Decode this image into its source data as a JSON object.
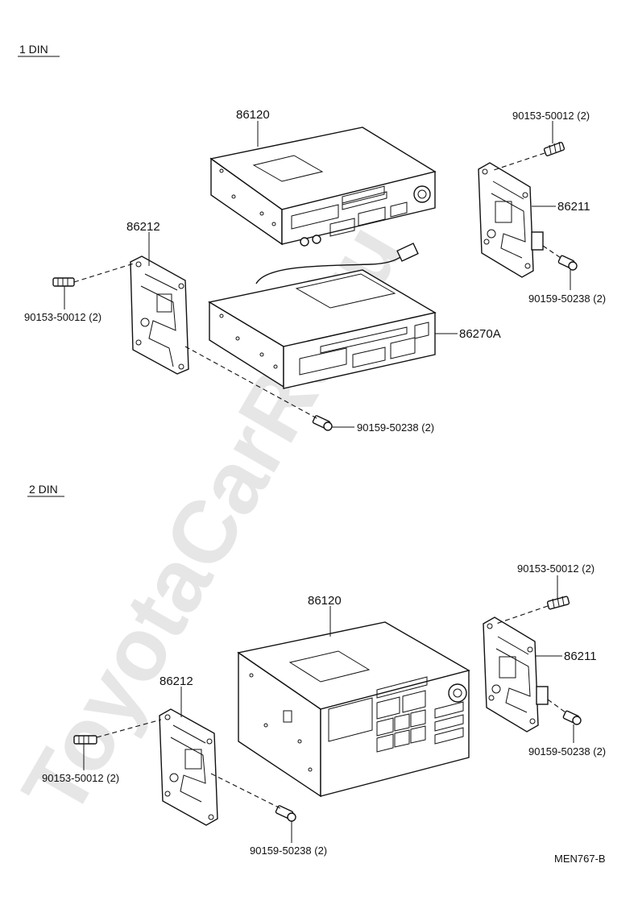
{
  "watermark": "ToyotaCarRu.ru",
  "sections": {
    "din1": {
      "title": "1 DIN",
      "labels": {
        "radio": "86120",
        "cd_unit": "86270A",
        "bracket_left": "86212",
        "bracket_right": "86211",
        "bolt_top_right": "90153-50012 (2)",
        "screw_right": "90159-50238 (2)",
        "bolt_left": "90153-50012 (2)",
        "screw_bottom": "90159-50238 (2)"
      }
    },
    "din2": {
      "title": "2 DIN",
      "labels": {
        "radio": "86120",
        "bracket_left": "86212",
        "bracket_right": "86211",
        "bolt_top_right": "90153-50012 (2)",
        "screw_right": "90159-50238 (2)",
        "bolt_left": "90153-50012 (2)",
        "screw_bottom": "90159-50238 (2)"
      }
    }
  },
  "figure_code": "MEN767-B"
}
